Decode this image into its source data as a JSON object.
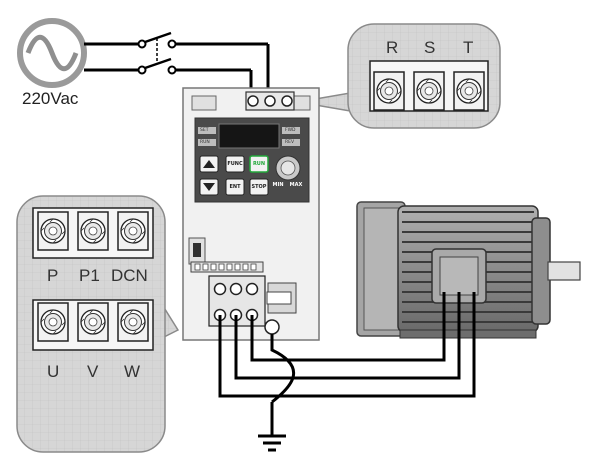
{
  "source": {
    "label": "220Vac",
    "icon": "ac-source-icon"
  },
  "input_terminals": [
    "R",
    "S",
    "T"
  ],
  "dc_terminals": [
    "P",
    "P1",
    "DCN"
  ],
  "output_terminals": [
    "U",
    "V",
    "W"
  ],
  "keypad": {
    "keys": [
      "FUNC",
      "RUN",
      "ENT",
      "STOP",
      "MIN",
      "MAX"
    ],
    "side_labels_left": [
      "SET",
      "RUN"
    ],
    "side_labels_right": [
      "FWD",
      "REV"
    ]
  },
  "icons": [
    "switch-icon",
    "ground-icon",
    "motor-icon",
    "inverter-icon"
  ],
  "colors": {
    "wire": "#000000",
    "zoom_bubble": "#d4d4d4",
    "run_key": "#22a83a"
  }
}
